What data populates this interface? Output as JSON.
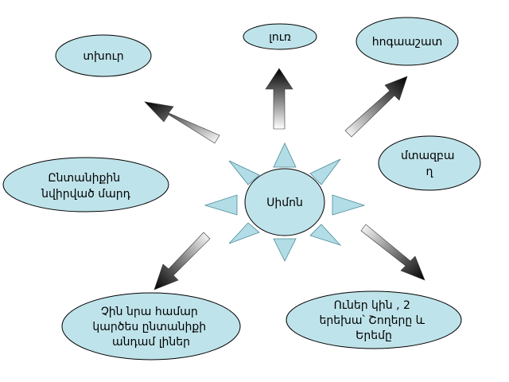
{
  "diagram": {
    "center": {
      "label": "Սիմոն"
    },
    "nodes": [
      {
        "id": "top-left",
        "lines": [
          "տխուր"
        ]
      },
      {
        "id": "top",
        "lines": [
          "լուռ"
        ]
      },
      {
        "id": "top-right",
        "lines": [
          "հոգաաշատ"
        ]
      },
      {
        "id": "right",
        "lines": [
          "մտազբա",
          "ղ"
        ]
      },
      {
        "id": "left",
        "lines": [
          "Ընտանիքին",
          "նվիրված մարդ"
        ]
      },
      {
        "id": "bottom-left",
        "lines": [
          "Չին նրա համար",
          "կարծես ընտանիքի",
          "անդամ լիներ"
        ]
      },
      {
        "id": "bottom-right",
        "lines": [
          "Ուներ կին , 2",
          "երեխա՝ Շողերը և",
          "Երեմը"
        ]
      }
    ]
  },
  "colors": {
    "ellipse_fill": "#bfe3ea",
    "ellipse_stroke": "#000000",
    "sun_ray_fill": "#b2dde6",
    "sun_ray_stroke": "#4a8a99",
    "arrow_light": "#ffffff",
    "arrow_dark": "#000000"
  }
}
